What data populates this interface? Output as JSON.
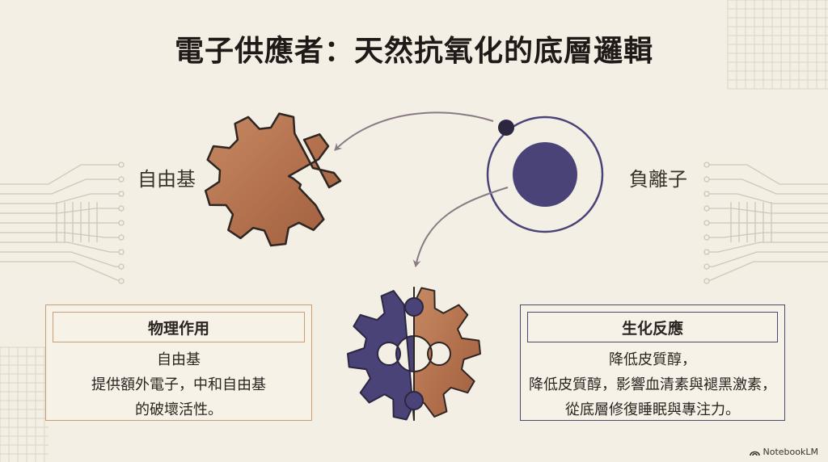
{
  "title": "電子供應者：天然抗氧化的底層邏輯",
  "labels": {
    "free_radical": "自由基",
    "anion": "負離子"
  },
  "physical_box": {
    "heading": "物理作用",
    "lines": [
      "自由基",
      "提供額外電子，中和自由基",
      "的破壞活性。"
    ]
  },
  "biochemical_box": {
    "heading": "生化反應",
    "lines": [
      "降低皮質醇，",
      "降低皮質醇，影響血清素與褪黑激素，",
      "從底層修復睡眠與專注力。"
    ]
  },
  "brand": "NotebookLM",
  "colors": {
    "copper": "#b8724d",
    "indigo": "#4a4378",
    "background": "#f3efe4"
  }
}
